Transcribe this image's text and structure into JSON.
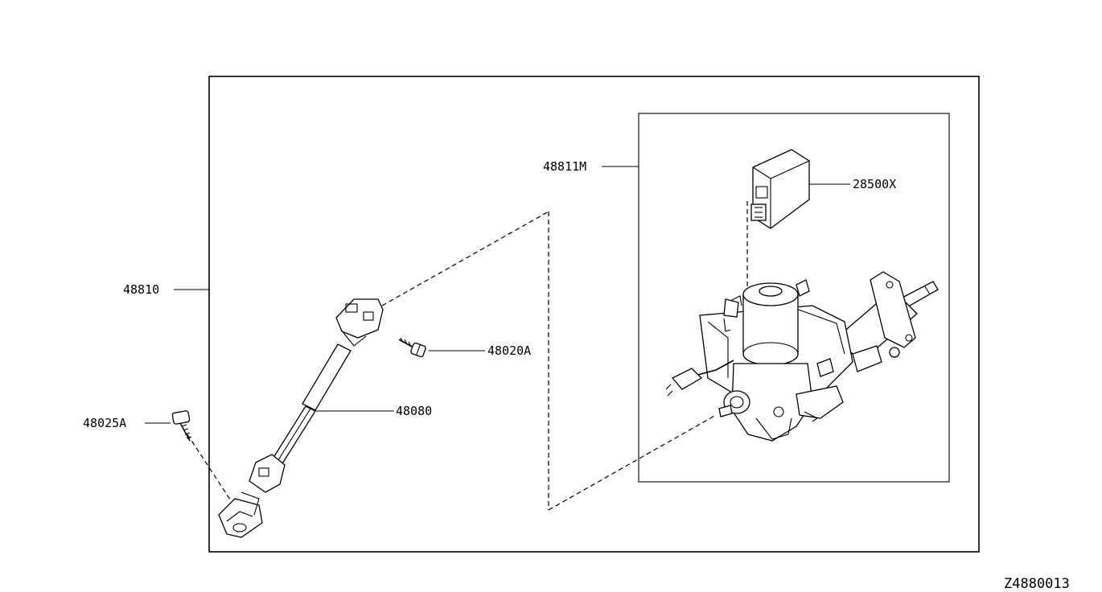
{
  "diagram": {
    "labels": {
      "steering_column_assy": "48810",
      "column_sub_assy": "48811M",
      "control_unit": "28500X",
      "bolt_upper": "48020A",
      "lower_joint_shaft": "48080",
      "bolt_lower": "48025A"
    },
    "figure_code": "Z4880013"
  }
}
